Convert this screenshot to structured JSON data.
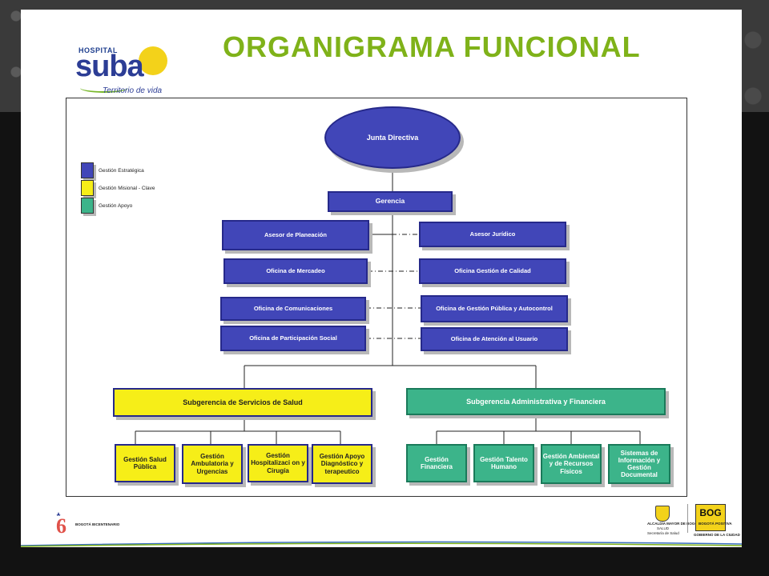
{
  "slide": {
    "title": "ORGANIGRAMA FUNCIONAL",
    "logo": {
      "hospital": "HOSPITAL",
      "name": "suba",
      "tagline": "Territorio de vida"
    }
  },
  "legend": [
    {
      "label": "Gestión Estratégica",
      "color": "#4146b8"
    },
    {
      "label": "Gestión Misional - Clave",
      "color": "#f6ee18"
    },
    {
      "label": "Gestión Apoyo",
      "color": "#3cb48a"
    }
  ],
  "org": {
    "board": "Junta Directiva",
    "manager": "Gerencia",
    "left_offices": [
      "Asesor de Planeación",
      "Oficina de Mercadeo",
      "Oficina de Comunicaciones",
      "Oficina de Participación  Social"
    ],
    "right_offices": [
      "Asesor Jurídico",
      "Oficina  Gestión de Calidad",
      "Oficina de Gestión Pública y Autocontrol",
      "Oficina de Atención al Usuario"
    ],
    "sub_health": "Subgerencia de Servicios de Salud",
    "sub_admin": "Subgerencia Administrativa y Financiera",
    "health_units": [
      "Gestión Salud Pública",
      "Gestión Ambulatoria y Urgencias",
      "Gestión Hospitalizaci on y Cirugía",
      "Gestión Apoyo Diagnóstico y terapeutico"
    ],
    "admin_units": [
      "Gestión Financiera",
      "Gestión Talento Humano",
      "Gestión Ambiental y de Recursos Físicos",
      "Sistemas de Información y Gestión Documental"
    ]
  },
  "footer": {
    "left_logo_text": "BOGOTÁ BICENTENARIO",
    "alcaldia": "ALCALDÍA MAYOR DE BOGOTÁ D.C.",
    "salud": "SALUD",
    "secretaria": "Secretaría de Salud",
    "bog": "BOG",
    "bog_sub": "BOGOTÁ POSITIVA",
    "bog_caption": "GOBIERNO DE LA CIUDAD"
  }
}
